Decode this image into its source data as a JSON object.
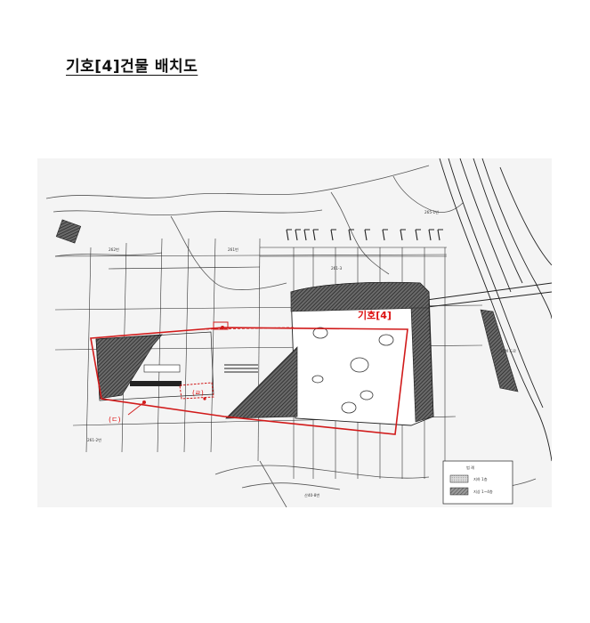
{
  "document": {
    "title": "기호[4]건물 배치도"
  },
  "site_plan": {
    "subject_label": "기호[4]",
    "marker_ra": "(ㄹ)",
    "marker_da": "(ㄷ)",
    "label_left_top": "262번",
    "label_mid_top": "261번",
    "label_right_top": "261-3",
    "label_far_right": "265-1번",
    "label_bottom_left": "261-2번",
    "label_bottom": "산40-8번",
    "label_right_road": "12M 도로",
    "legend_title": "범 례",
    "legend_item_1": "지하 1층",
    "legend_item_2": "지상 1~4층",
    "colors": {
      "boundary": "#d11a1a",
      "hatch": "#333333",
      "line": "#222222"
    }
  }
}
